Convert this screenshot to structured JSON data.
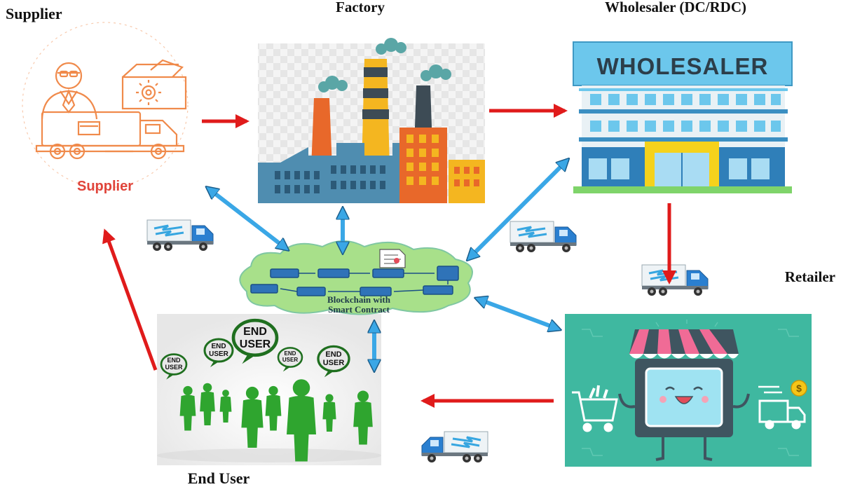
{
  "nodes": {
    "supplier": {
      "heading": "Supplier",
      "caption": "Supplier"
    },
    "factory": {
      "heading": "Factory"
    },
    "wholesaler": {
      "heading": "Wholesaler (DC/RDC)",
      "sign": "WHOLESALER"
    },
    "retailer": {
      "heading": "Retailer"
    },
    "end_user": {
      "heading": "End User",
      "bubble_text_line1": "END",
      "bubble_text_line2": "USER"
    },
    "blockchain": {
      "line1": "Blockchain with",
      "line2": "Smart Contract"
    }
  },
  "colors": {
    "flow_arrow": "#e01b1b",
    "blockchain_arrow": "#3aa7e6",
    "supplier_orange": "#f08a4b",
    "supplier_caption": "#e0443a",
    "truck_blue": "#2a7fd0",
    "people_green": "#2fa52f",
    "retail_bg": "#3fb8a0",
    "wholesaler_blue": "#5bc0e8"
  },
  "icons": [
    "supplier-person-icon",
    "gear-box-icon",
    "delivery-truck-icon",
    "factory-icon",
    "wholesaler-building-icon",
    "retail-store-icon",
    "shopping-cart-icon",
    "dollar-coin-icon",
    "end-user-crowd-icon",
    "blockchain-cloud-icon",
    "document-icon"
  ]
}
